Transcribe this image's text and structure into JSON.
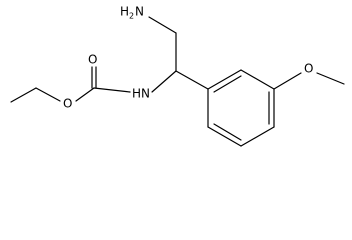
{
  "molecule": {
    "atoms": {
      "amine_n": "H",
      "amine_h_count": "2",
      "amine_n_symbol": "N",
      "carbamate_nh": "HN",
      "carbonyl_o": "O",
      "ester_o": "O",
      "methoxy_o": "O"
    },
    "colors": {
      "bond": "#000000",
      "text": "#000000",
      "background": "#ffffff"
    }
  }
}
